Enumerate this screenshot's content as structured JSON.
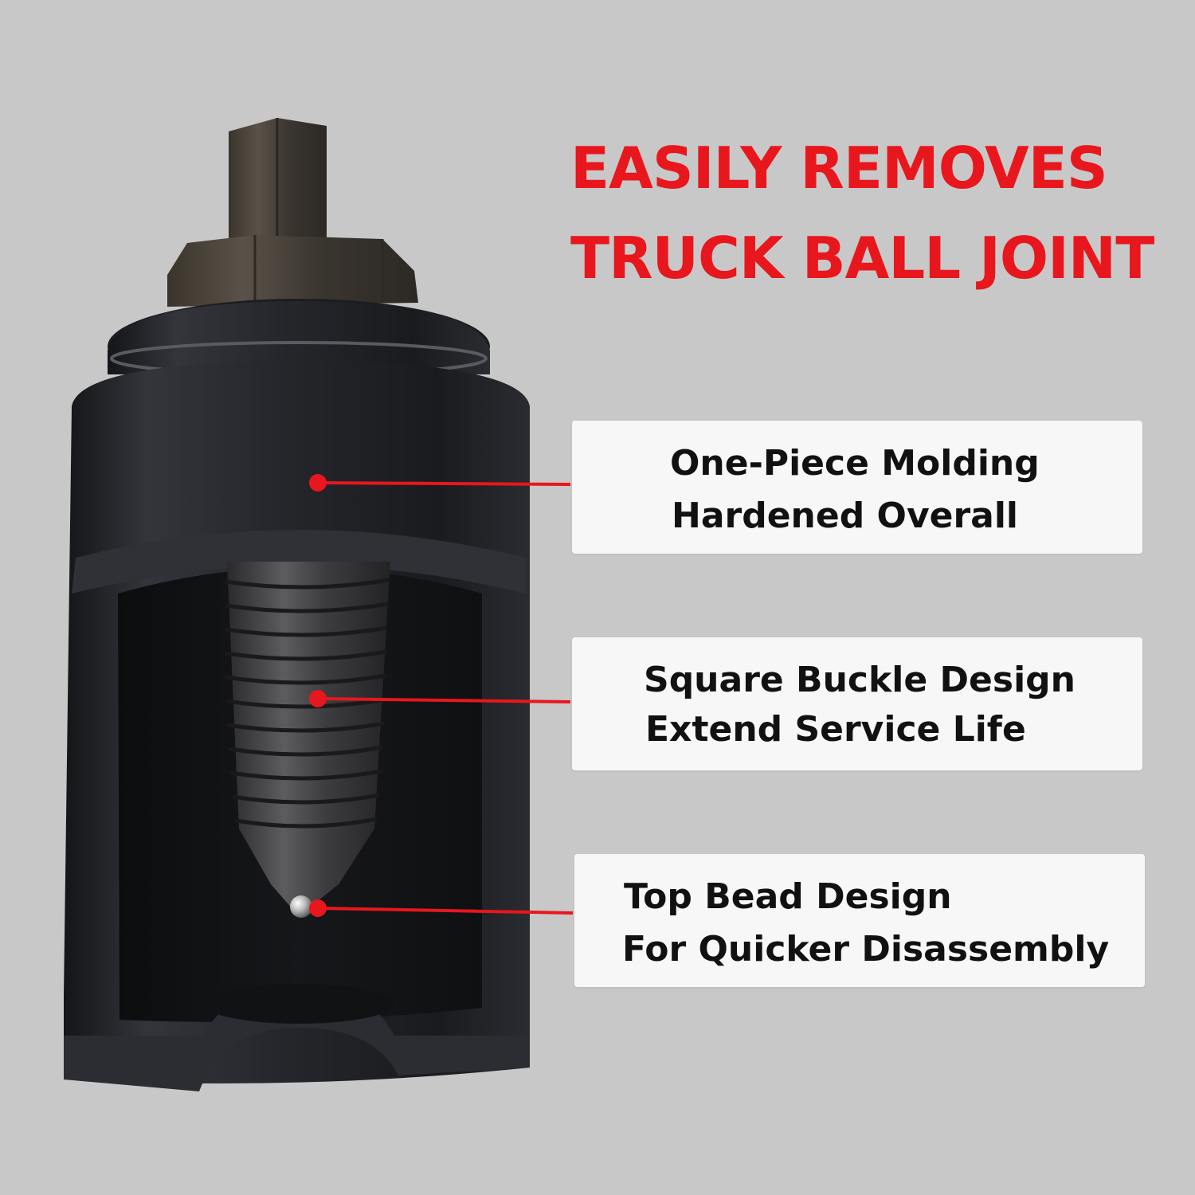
{
  "headline": {
    "line1": "EASILY REMOVES",
    "line2": "TRUCK BALL JOINT"
  },
  "callouts": [
    {
      "line1": "One-Piece Molding",
      "line2": "Hardened Overall"
    },
    {
      "line1": "Square Buckle Design",
      "line2": "Extend Service Life"
    },
    {
      "line1": "Top Bead Design",
      "line2": "For Quicker Disassembly"
    }
  ],
  "colors": {
    "background": "#c8c8c8",
    "accent_red": "#e8171d",
    "callout_bg": "#f7f7f7",
    "tool_metal": "#1e1f23"
  },
  "product": {
    "icon": "ball-joint-separator-tool-illustration"
  }
}
